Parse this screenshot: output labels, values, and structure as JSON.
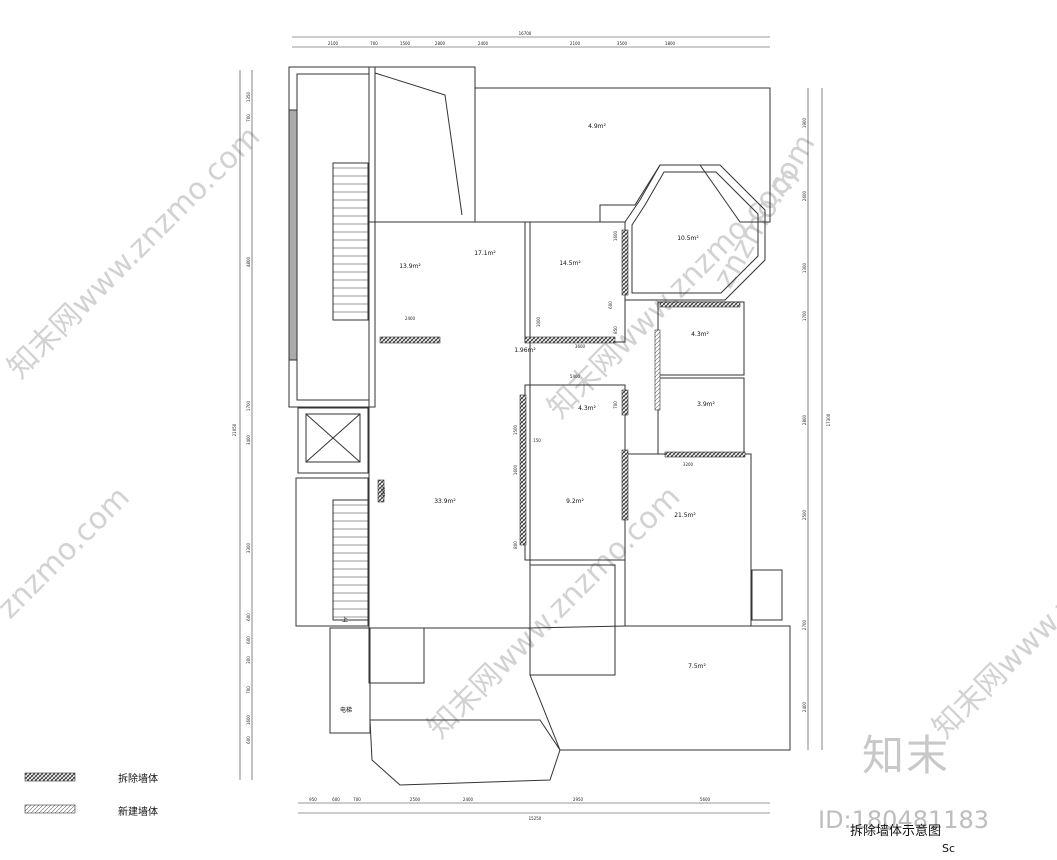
{
  "dimensions": {
    "top_total": "16700",
    "top": [
      "2100",
      "700",
      "1500",
      "2800",
      "2400",
      "2100",
      "3500",
      "1800"
    ],
    "bottom_total": "15250",
    "bottom": [
      "950",
      "600",
      "700",
      "2500",
      "2400",
      "2950",
      "5600"
    ],
    "left_total": "21050",
    "left": [
      "1350",
      "700",
      "4800",
      "1700",
      "3400",
      "3300",
      "600",
      "600",
      "300",
      "700",
      "1600",
      "600"
    ],
    "right_total": "17300",
    "right": [
      "1900",
      "2600",
      "1300",
      "1700",
      "2800",
      "2500",
      "2700",
      "2400"
    ],
    "inner": [
      "2400",
      "5400",
      "3200",
      "3600",
      "1000",
      "1600",
      "150",
      "850",
      "700",
      "1500",
      "1600",
      "800",
      "600",
      "1200"
    ]
  },
  "rooms": [
    {
      "label": "4.9m²"
    },
    {
      "label": "10.5m²"
    },
    {
      "label": "14.5m²"
    },
    {
      "label": "17.1m²"
    },
    {
      "label": "13.9m²"
    },
    {
      "label": "4.3m²"
    },
    {
      "label": "1.96m²"
    },
    {
      "label": "33.9m²"
    },
    {
      "label": "4.3m²"
    },
    {
      "label": "9.2m²"
    },
    {
      "label": "21.5m²"
    },
    {
      "label": "3.9m²"
    },
    {
      "label": "7.5m²"
    }
  ],
  "labels": {
    "up_stair": "上",
    "elevator_mark": "电梯",
    "title": "拆除墙体示意图",
    "scale": "Sc"
  },
  "legend": [
    {
      "label": "拆除墙体",
      "color": "#333333"
    },
    {
      "label": "新建墙体",
      "color": "#777777"
    }
  ],
  "watermark": {
    "brand": "知末",
    "id": "ID:180481183",
    "site": "知末网www.znzmo.com",
    "site_short": "znzmo.com"
  },
  "colors": {
    "wall": "#aaaaaa",
    "wall_stroke": "#333333",
    "line": "#333333"
  }
}
